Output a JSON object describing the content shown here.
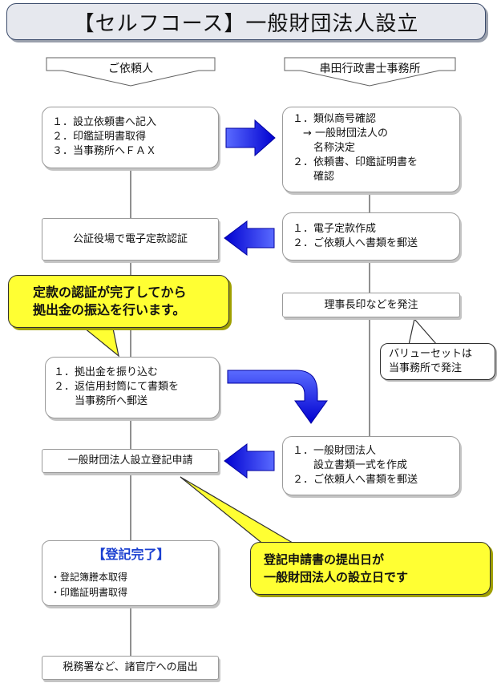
{
  "title": "【セルフコース】一般財団法人設立",
  "columns": {
    "client": "ご依頼人",
    "office": "串田行政書士事務所"
  },
  "steps": {
    "client_1": [
      "１．設立依頼書へ記入",
      "２．印鑑証明書取得",
      "３．当事務所へＦＡＸ"
    ],
    "office_1": [
      "１．類似商号確認",
      "　→ 一般財団法人の",
      "　　名称決定",
      "２．依頼書、印鑑証明書を",
      "　　確認"
    ],
    "office_2": [
      "１．電子定款作成",
      "２．ご依頼人へ書類を郵送"
    ],
    "client_2": "公証役場で電子定款認証",
    "office_3": "理事長印などを発注",
    "client_3": [
      "１．拠出金を振り込む",
      "２．返信用封筒にて書類を",
      "　　当事務所へ郵送"
    ],
    "office_4": [
      "１．一般財団法人",
      "　　設立書類一式を作成",
      "２．ご依頼人へ書類を郵送"
    ],
    "client_4": "一般財団法人設立登記申請",
    "client_5_title": "【登記完了】",
    "client_5_items": [
      "・登記簿謄本取得",
      "・印鑑証明書取得"
    ],
    "client_6": "税務署など、諸官庁への届出"
  },
  "callouts": {
    "payment_note": [
      "定款の認証が完了してから",
      "拠出金の振込を行います。"
    ],
    "seal_note": [
      "バリューセットは",
      "当事務所で発注"
    ],
    "registration_note": [
      "登記申請書の提出日が",
      "一般財団法人の設立日です"
    ]
  },
  "colors": {
    "arrow_blue": "#1010e0",
    "callout_yellow": "#ffff33",
    "title_bg": "#e6e8ee"
  }
}
